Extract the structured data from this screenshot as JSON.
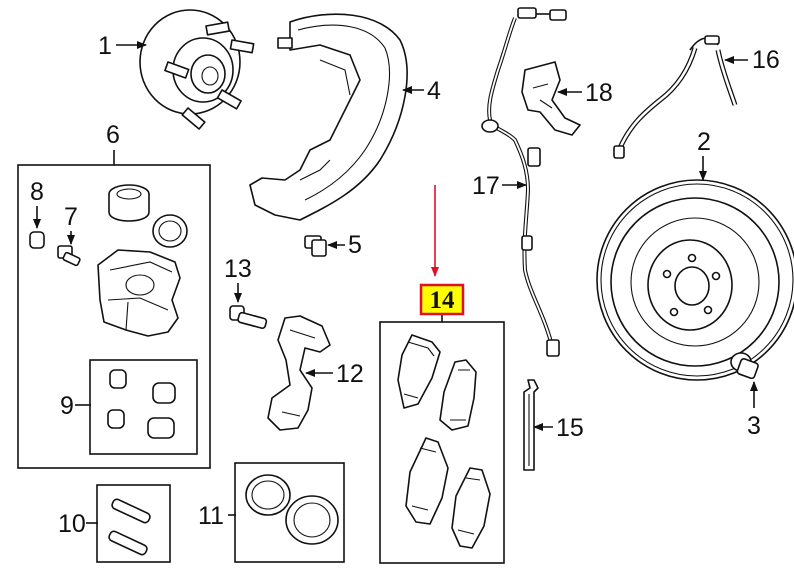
{
  "labels": {
    "p1": "1",
    "p2": "2",
    "p3": "3",
    "p4": "4",
    "p5": "5",
    "p6": "6",
    "p7": "7",
    "p8": "8",
    "p9": "9",
    "p10": "10",
    "p11": "11",
    "p12": "12",
    "p13": "13",
    "p14": "14",
    "p15": "15",
    "p16": "16",
    "p17": "17",
    "p18": "18"
  },
  "highlight": {
    "part": "14",
    "fill": "#ffff00",
    "border": "#e0102a",
    "arrow": "#e0102a"
  }
}
